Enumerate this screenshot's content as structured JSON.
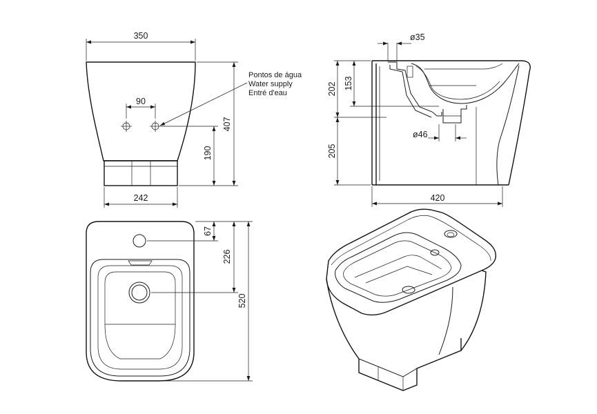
{
  "front_view": {
    "width_top": "350",
    "hole_spacing": "90",
    "supply_height": "190",
    "total_height": "407",
    "base_width": "242"
  },
  "water_supply_label": {
    "pt": "Pontos de água",
    "en": "Water supply",
    "fr": "Entré d'eau"
  },
  "side_view": {
    "supply_diameter": "ø35",
    "height_top_a": "202",
    "height_top_b": "153",
    "drain_diameter": "ø46",
    "height_bottom": "205",
    "depth": "420"
  },
  "top_view": {
    "tap_offset": "67",
    "drain_offset": "226",
    "length": "520"
  }
}
